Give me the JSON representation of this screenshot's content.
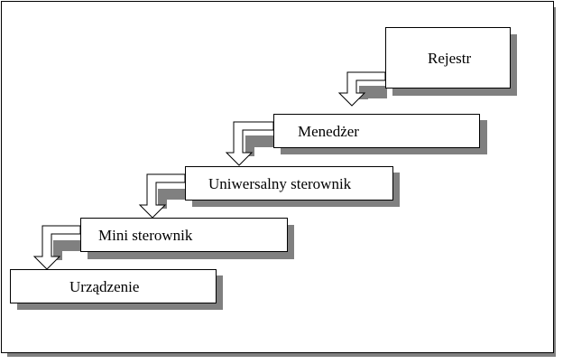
{
  "diagram": {
    "levels": [
      {
        "label": "Rejestr"
      },
      {
        "label": "Menedżer"
      },
      {
        "label": "Uniwersalny sterownik"
      },
      {
        "label": "Mini sterownik"
      },
      {
        "label": "Urządzenie"
      }
    ]
  },
  "colors": {
    "box_fill": "#ffffff",
    "border": "#000000",
    "shadow": "#808080"
  }
}
